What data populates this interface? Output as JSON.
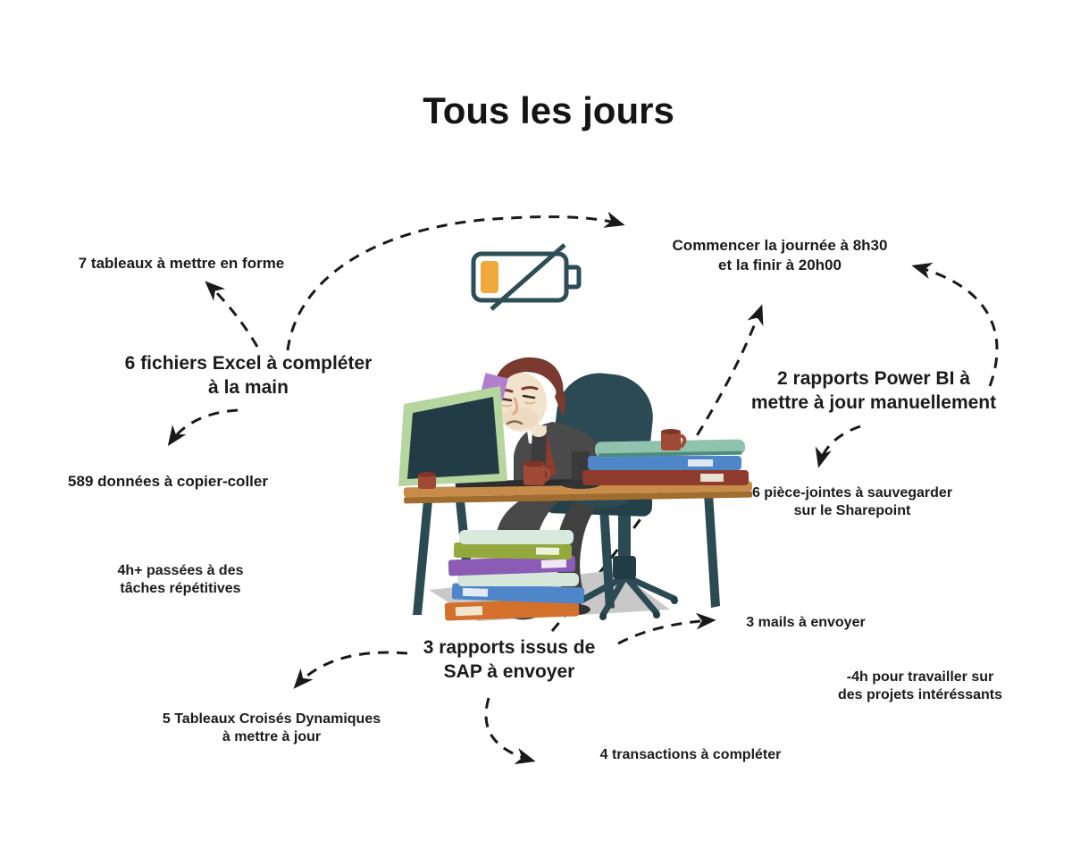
{
  "title": "Tous les jours",
  "battery": {
    "icon": "low-battery-crossed-icon",
    "outline_color": "#2d4d57",
    "charge_color": "#f2a93b"
  },
  "illustration": {
    "icon": "tired-office-worker-at-desk"
  },
  "colors": {
    "background": "#ffffff",
    "text": "#1b1b1b",
    "arrow": "#1a1a1a"
  },
  "labels": {
    "tableaux": {
      "line1": "7 tableaux à mettre en forme"
    },
    "commencer": {
      "line1": "Commencer la journée à 8h30",
      "line2": "et la finir à 20h00"
    },
    "excel": {
      "line1": "6 fichiers Excel à compléter",
      "line2": "à la main"
    },
    "powerbi": {
      "line1": "2 rapports Power BI à",
      "line2": "mettre à jour manuellement"
    },
    "donnees": {
      "line1": "589 données à copier-coller"
    },
    "piecejointes": {
      "line1": "6 pièce-jointes à sauvegarder",
      "line2": "sur le Sharepoint"
    },
    "taches": {
      "line1": "4h+ passées à des",
      "line2": "tâches répétitives"
    },
    "mails": {
      "line1": "3 mails à envoyer"
    },
    "sap": {
      "line1": "3 rapports issus de",
      "line2": "SAP à envoyer"
    },
    "projets": {
      "line1": "-4h pour travailler sur",
      "line2": "des projets intéréssants"
    },
    "tcd": {
      "line1": "5 Tableaux Croisés Dynamiques",
      "line2": "à mettre à jour"
    },
    "transactions": {
      "line1": "4 transactions à compléter"
    }
  }
}
